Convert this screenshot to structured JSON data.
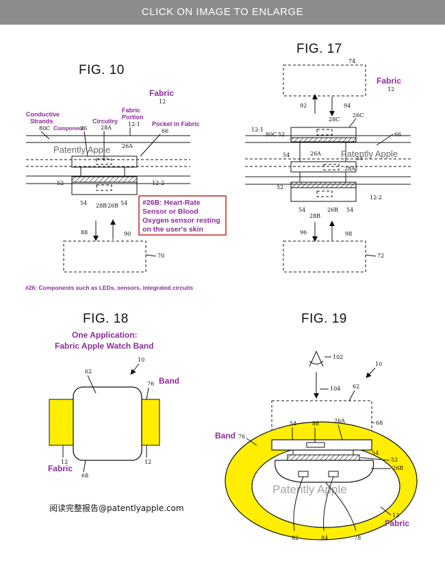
{
  "banner": "CLICK ON IMAGE TO ENLARGE",
  "fig10": {
    "title": "FIG. 10",
    "fabric": "Fabric",
    "conductive_1": "Conductive",
    "conductive_2": "Strands",
    "component": "Component",
    "circuitry": "Circuitry",
    "fabric_portion_1": "Fabric",
    "fabric_portion_2": "Portion",
    "pocket": "Pocket in Fabric",
    "watermark": "Patently Apple",
    "annotation_1": "#26B: Heart-Rate",
    "annotation_2": "Sensor or Blood",
    "annotation_3": "Oxygen sensor resting",
    "annotation_4": "on the user's skin",
    "note": "#26: Components such as LEDs, sensors, integrated circuits",
    "refs": {
      "r12": "12",
      "r80c": "80C",
      "r26": "26",
      "r28a": "28A",
      "r12_1": "12-1",
      "r66": "66",
      "r26a": "26A",
      "r52": "52",
      "r12_2": "12-2",
      "r54a": "54",
      "r28b": "28B",
      "r26b": "26B",
      "r54b": "54",
      "r88": "88",
      "r90": "90",
      "r70": "70"
    }
  },
  "fig17": {
    "title": "FIG. 17",
    "fabric": "Fabric",
    "watermark": "Patently Apple",
    "refs": {
      "r74": "74",
      "r12": "12",
      "r92": "92",
      "r94": "94",
      "r28c": "28C",
      "r26c": "26C",
      "r12_1": "12-1",
      "r80c": "80C",
      "r52a": "52",
      "r66": "66",
      "r26a": "26A",
      "r54a": "54",
      "r54b": "54",
      "r28a": "28A",
      "r52b": "52",
      "r12_2": "12-2",
      "r54c": "54",
      "r28b": "28B",
      "r26b": "26B",
      "r54d": "54",
      "r96": "96",
      "r98": "98",
      "r72": "72"
    }
  },
  "fig18": {
    "title": "FIG. 18",
    "app_1": "One Application:",
    "app_2": "Fabric Apple Watch Band",
    "band": "Band",
    "fabric": "Fabric",
    "refs": {
      "r10": "10",
      "r62": "62",
      "r76": "76",
      "r12a": "12",
      "r12b": "12",
      "r68": "68"
    }
  },
  "fig19": {
    "title": "FIG. 19",
    "band": "Band",
    "fabric": "Fabric",
    "watermark": "Patently Apple",
    "refs": {
      "r102": "102",
      "r10": "10",
      "r104": "104",
      "r62": "62",
      "r54": "54",
      "r86": "86",
      "r26a": "26A",
      "r68": "68",
      "r76": "76",
      "r54b": "54",
      "r52": "52",
      "r26b": "26B",
      "r12": "12",
      "r82": "82",
      "r84": "84",
      "r78": "78"
    }
  },
  "footer": "阅读完整报告@patentlyapple.com",
  "colors": {
    "band_yellow": "#ffee00",
    "magenta_text": "#8a2d97",
    "annotation_border": "#cc2222",
    "banner_gray": "#8c8c8c"
  }
}
